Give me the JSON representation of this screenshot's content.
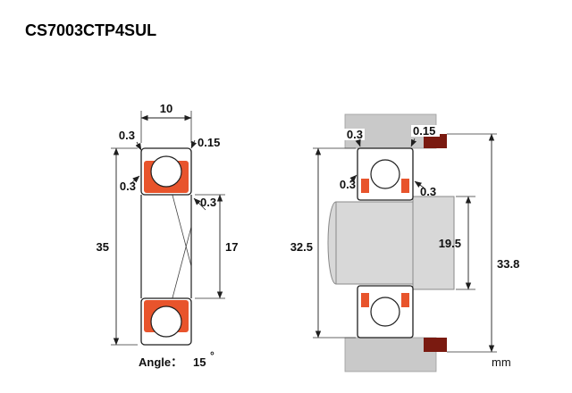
{
  "title": "CS7003CTP4SUL",
  "units": "mm",
  "angle": {
    "label": "Angle：",
    "value": "15",
    "unit": "°"
  },
  "front_view": {
    "width": "10",
    "outer_diameter": "35",
    "bore_diameter": "17",
    "chamfer_outer_left": "0.3",
    "chamfer_outer_right": "0.15",
    "chamfer_side": "0.3",
    "chamfer_bore": "0.3"
  },
  "mounted_view": {
    "chamfer_outer_left": "0.3",
    "chamfer_outer_right": "0.15",
    "chamfer_side": "0.3",
    "chamfer_bore": "0.3",
    "housing_abutment_diameter": "32.5",
    "shaft_abutment_diameter": "19.5",
    "overall_width": "33.8"
  },
  "colors": {
    "seal": "#e8542c",
    "seal_dark": "#7a1a10",
    "housing": "#c9c9c9",
    "shaft": "#d8d8d8"
  }
}
